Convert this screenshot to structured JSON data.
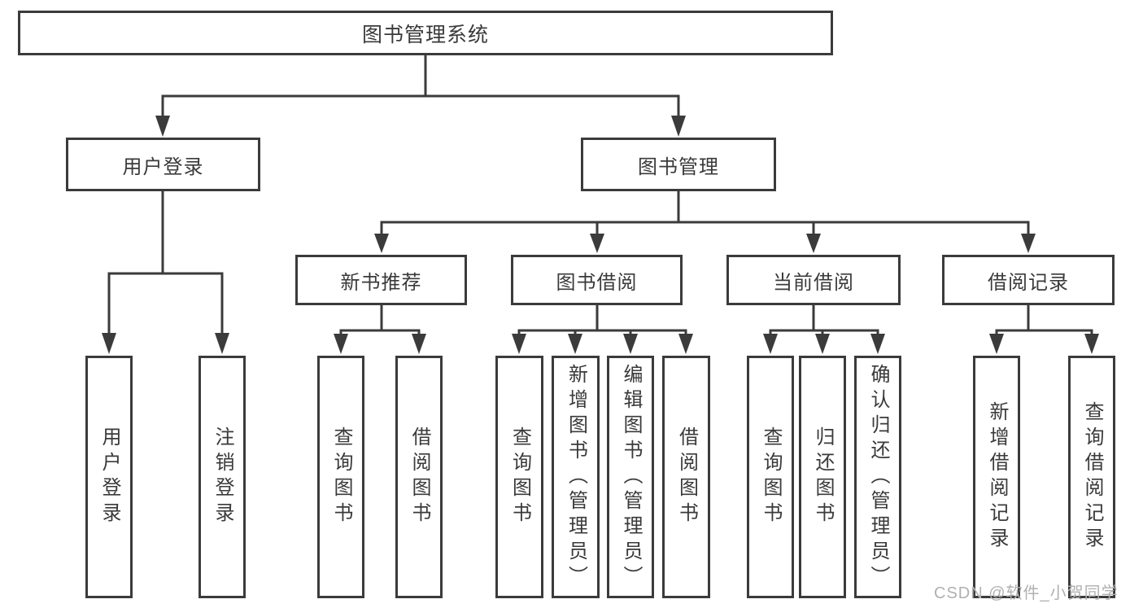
{
  "diagram": {
    "title": "图书管理系统",
    "branches": [
      {
        "label": "用户登录",
        "leaves": [
          "用户登录",
          "注销登录"
        ]
      },
      {
        "label": "图书管理",
        "groups": [
          {
            "label": "新书推荐",
            "leaves": [
              "查询图书",
              "借阅图书"
            ]
          },
          {
            "label": "图书借阅",
            "leaves": [
              "查询图书",
              "新增图书（管理员）",
              "编辑图书（管理员）",
              "借阅图书"
            ]
          },
          {
            "label": "当前借阅",
            "leaves": [
              "查询图书",
              "归还图书",
              "确认归还（管理员）"
            ]
          },
          {
            "label": "借阅记录",
            "leaves": [
              "新增借阅记录",
              "查询借阅记录"
            ]
          }
        ]
      }
    ]
  },
  "watermark": {
    "text": "CSDN @软件_小贺同学"
  },
  "colors": {
    "line": "#3b3b3b",
    "text": "#3a3a3a",
    "watermark": "#b0b0b0",
    "background": "#ffffff"
  }
}
